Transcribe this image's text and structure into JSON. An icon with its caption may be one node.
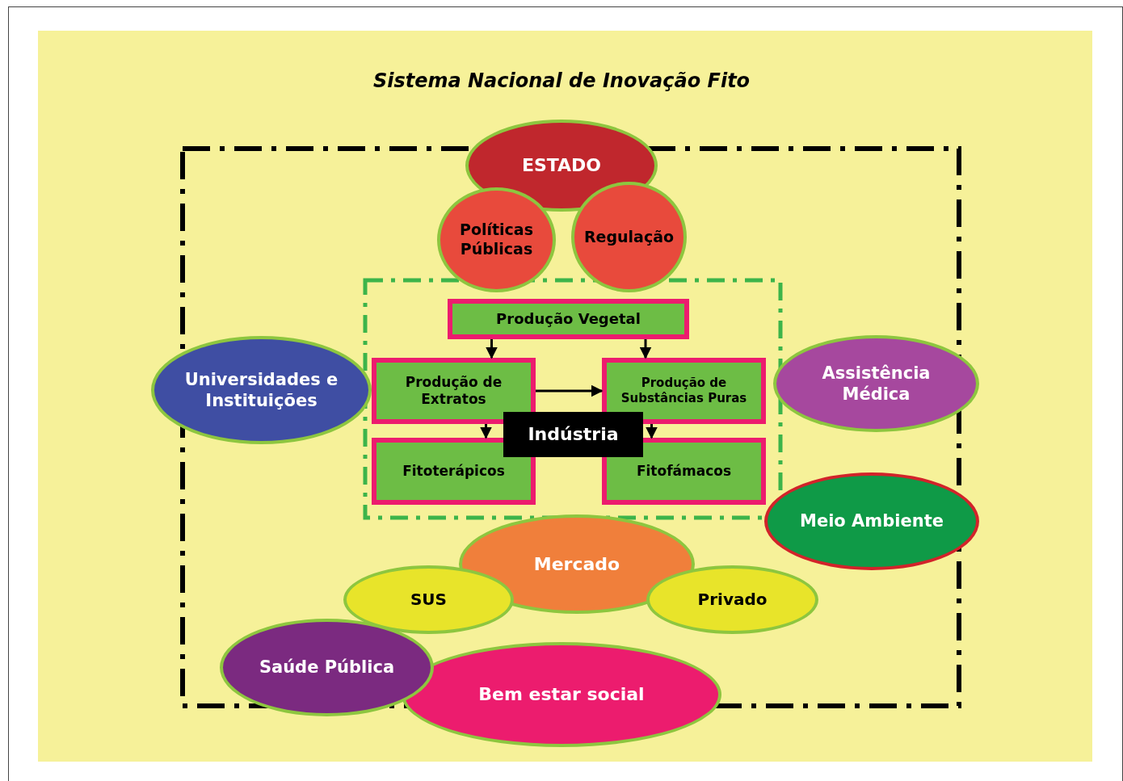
{
  "diagram": {
    "title": "Sistema Nacional de Inovação Fito",
    "nodes": [
      {
        "text": [
          "ESTADO"
        ]
      },
      {
        "text": [
          "Políticas Públicas"
        ]
      },
      {
        "text": [
          "Regulação"
        ]
      },
      {
        "text": [
          "Produção Vegetal"
        ]
      },
      {
        "text": [
          "Universidades e Instituições"
        ]
      },
      {
        "text": [
          "Assistência Médica"
        ]
      },
      {
        "text": [
          "Produção de Extratos"
        ]
      },
      {
        "text": [
          "Produção de Substâncias Puras"
        ]
      },
      {
        "text": [
          "Indústria"
        ]
      },
      {
        "text": [
          "Fitoterápicos"
        ]
      },
      {
        "text": [
          "Fitofámacos"
        ]
      },
      {
        "text": [
          "Meio Ambiente"
        ]
      },
      {
        "text": [
          "Mercado"
        ]
      },
      {
        "text": [
          "SUS"
        ]
      },
      {
        "text": [
          "Privado"
        ]
      },
      {
        "text": [
          "Saúde Pública"
        ]
      },
      {
        "text": [
          "Bem estar social"
        ]
      }
    ],
    "edges": [
      {
        "from": 3,
        "to": 6,
        "arrow": "to"
      },
      {
        "from": 3,
        "to": 7,
        "arrow": "to"
      },
      {
        "from": 6,
        "to": 7,
        "arrow": "to"
      },
      {
        "from": 6,
        "to": 9,
        "arrow": "to"
      },
      {
        "from": 7,
        "to": 10,
        "arrow": "to"
      }
    ]
  }
}
